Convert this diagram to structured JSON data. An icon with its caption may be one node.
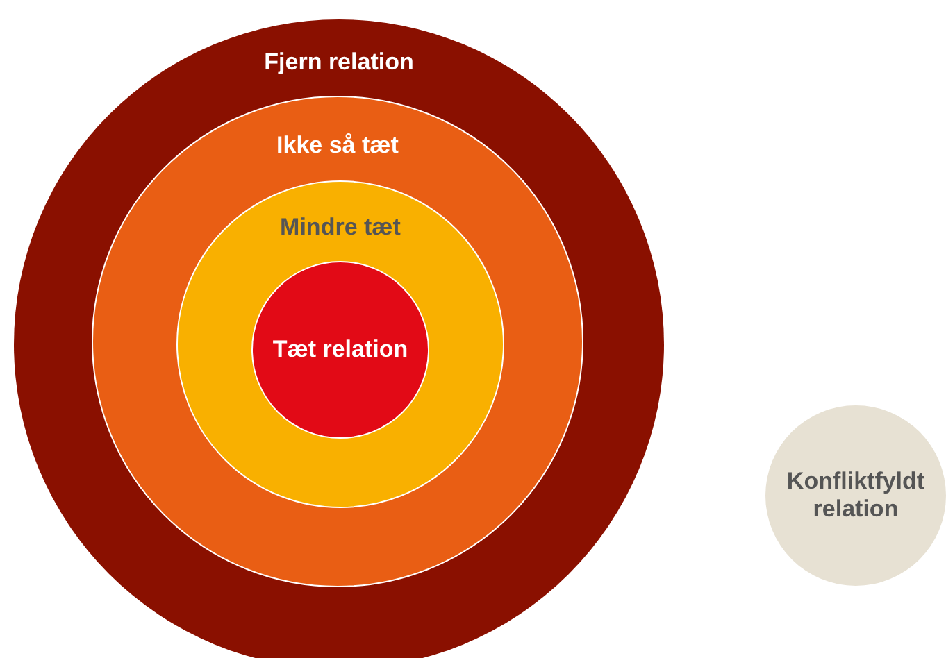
{
  "diagram": {
    "nodes": [
      {
        "text": [
          "Fjern relation"
        ]
      },
      {
        "text": [
          "Ikke så tæt"
        ],
        "in": 0
      },
      {
        "text": [
          "Mindre tæt"
        ],
        "in": 1
      },
      {
        "text": [
          "Tæt relation"
        ],
        "in": 2
      },
      {
        "text": [
          "Konfliktfyldt relation"
        ]
      }
    ]
  }
}
